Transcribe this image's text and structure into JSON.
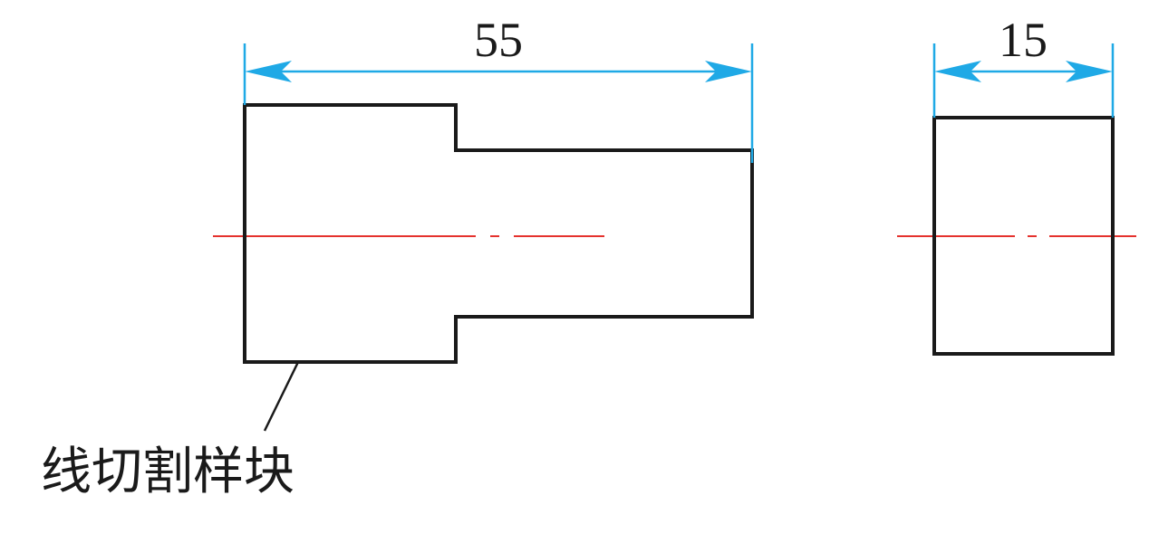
{
  "colors": {
    "outline": "#1a1a1a",
    "dimension": "#1fa9e6",
    "centerline": "#e5322d"
  },
  "dimensions": {
    "length": "55",
    "thickness": "15"
  },
  "label": {
    "text": "线切割样块"
  }
}
